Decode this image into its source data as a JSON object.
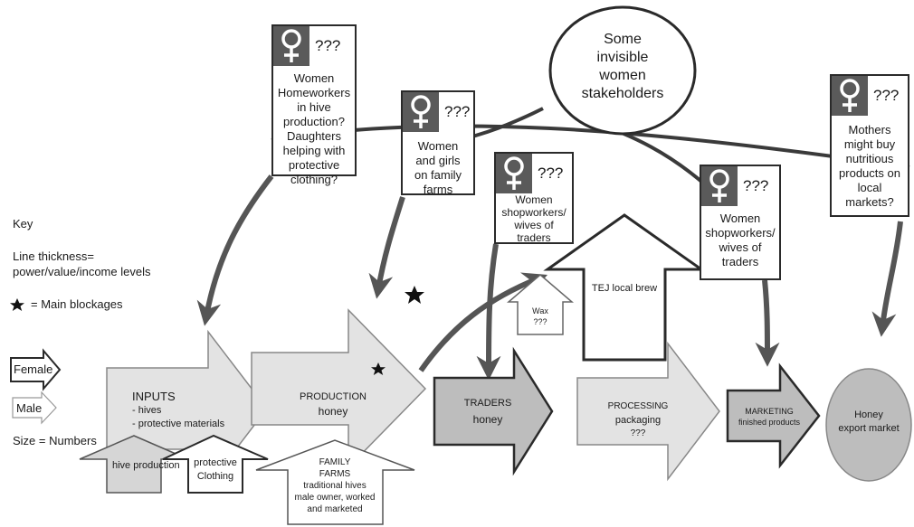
{
  "key": {
    "title": "Key",
    "line_thickness_1": "Line thickness=",
    "line_thickness_2": "power/value/income levels",
    "blockages": "= Main blockages",
    "female": "Female",
    "male": "Male",
    "size": "Size = Numbers"
  },
  "stakeholder_ellipse": "Some\ninvisible\nwomen\nstakeholders",
  "women_boxes": {
    "homeworkers": {
      "q": "???",
      "text": "Women\nHomeworkers\nin hive\nproduction?\nDaughters\nhelping with\nprotective\nclothing?"
    },
    "farms": {
      "q": "???",
      "text": "Women\nand girls\non family\nfarms"
    },
    "shopworkers_1": {
      "q": "???",
      "text": "Women\nshopworkers/\nwives of\ntraders"
    },
    "shopworkers_2": {
      "q": "???",
      "text": "Women\nshopworkers/\nwives of\ntraders"
    },
    "mothers": {
      "q": "???",
      "text": "Mothers\nmight buy\nnutritious\nproducts on\nlocal\nmarkets?"
    }
  },
  "chain": {
    "inputs_title": "INPUTS",
    "inputs_1": "- hives",
    "inputs_2": "- protective materials",
    "production_1": "PRODUCTION",
    "production_2": "honey",
    "traders_1": "TRADERS",
    "traders_2": "honey",
    "processing_1": "PROCESSING",
    "processing_2": "packaging",
    "processing_3": "???",
    "marketing_1": "MARKETING",
    "marketing_2": "finished products",
    "export": "Honey\nexport market"
  },
  "sub_arrows": {
    "hive": "hive\nproduction",
    "clothing": "protective\nClothing",
    "family": "FAMILY\nFARMS\ntraditional hives\nmale owner, worked\nand marketed",
    "tej": "TEJ local brew",
    "wax": "Wax\n???"
  },
  "colors": {
    "light_fill": "#e3e3e3",
    "dark_fill": "#bdbdbd",
    "female_box": "#5a5a5a",
    "stroke": "#2a2a2a"
  }
}
